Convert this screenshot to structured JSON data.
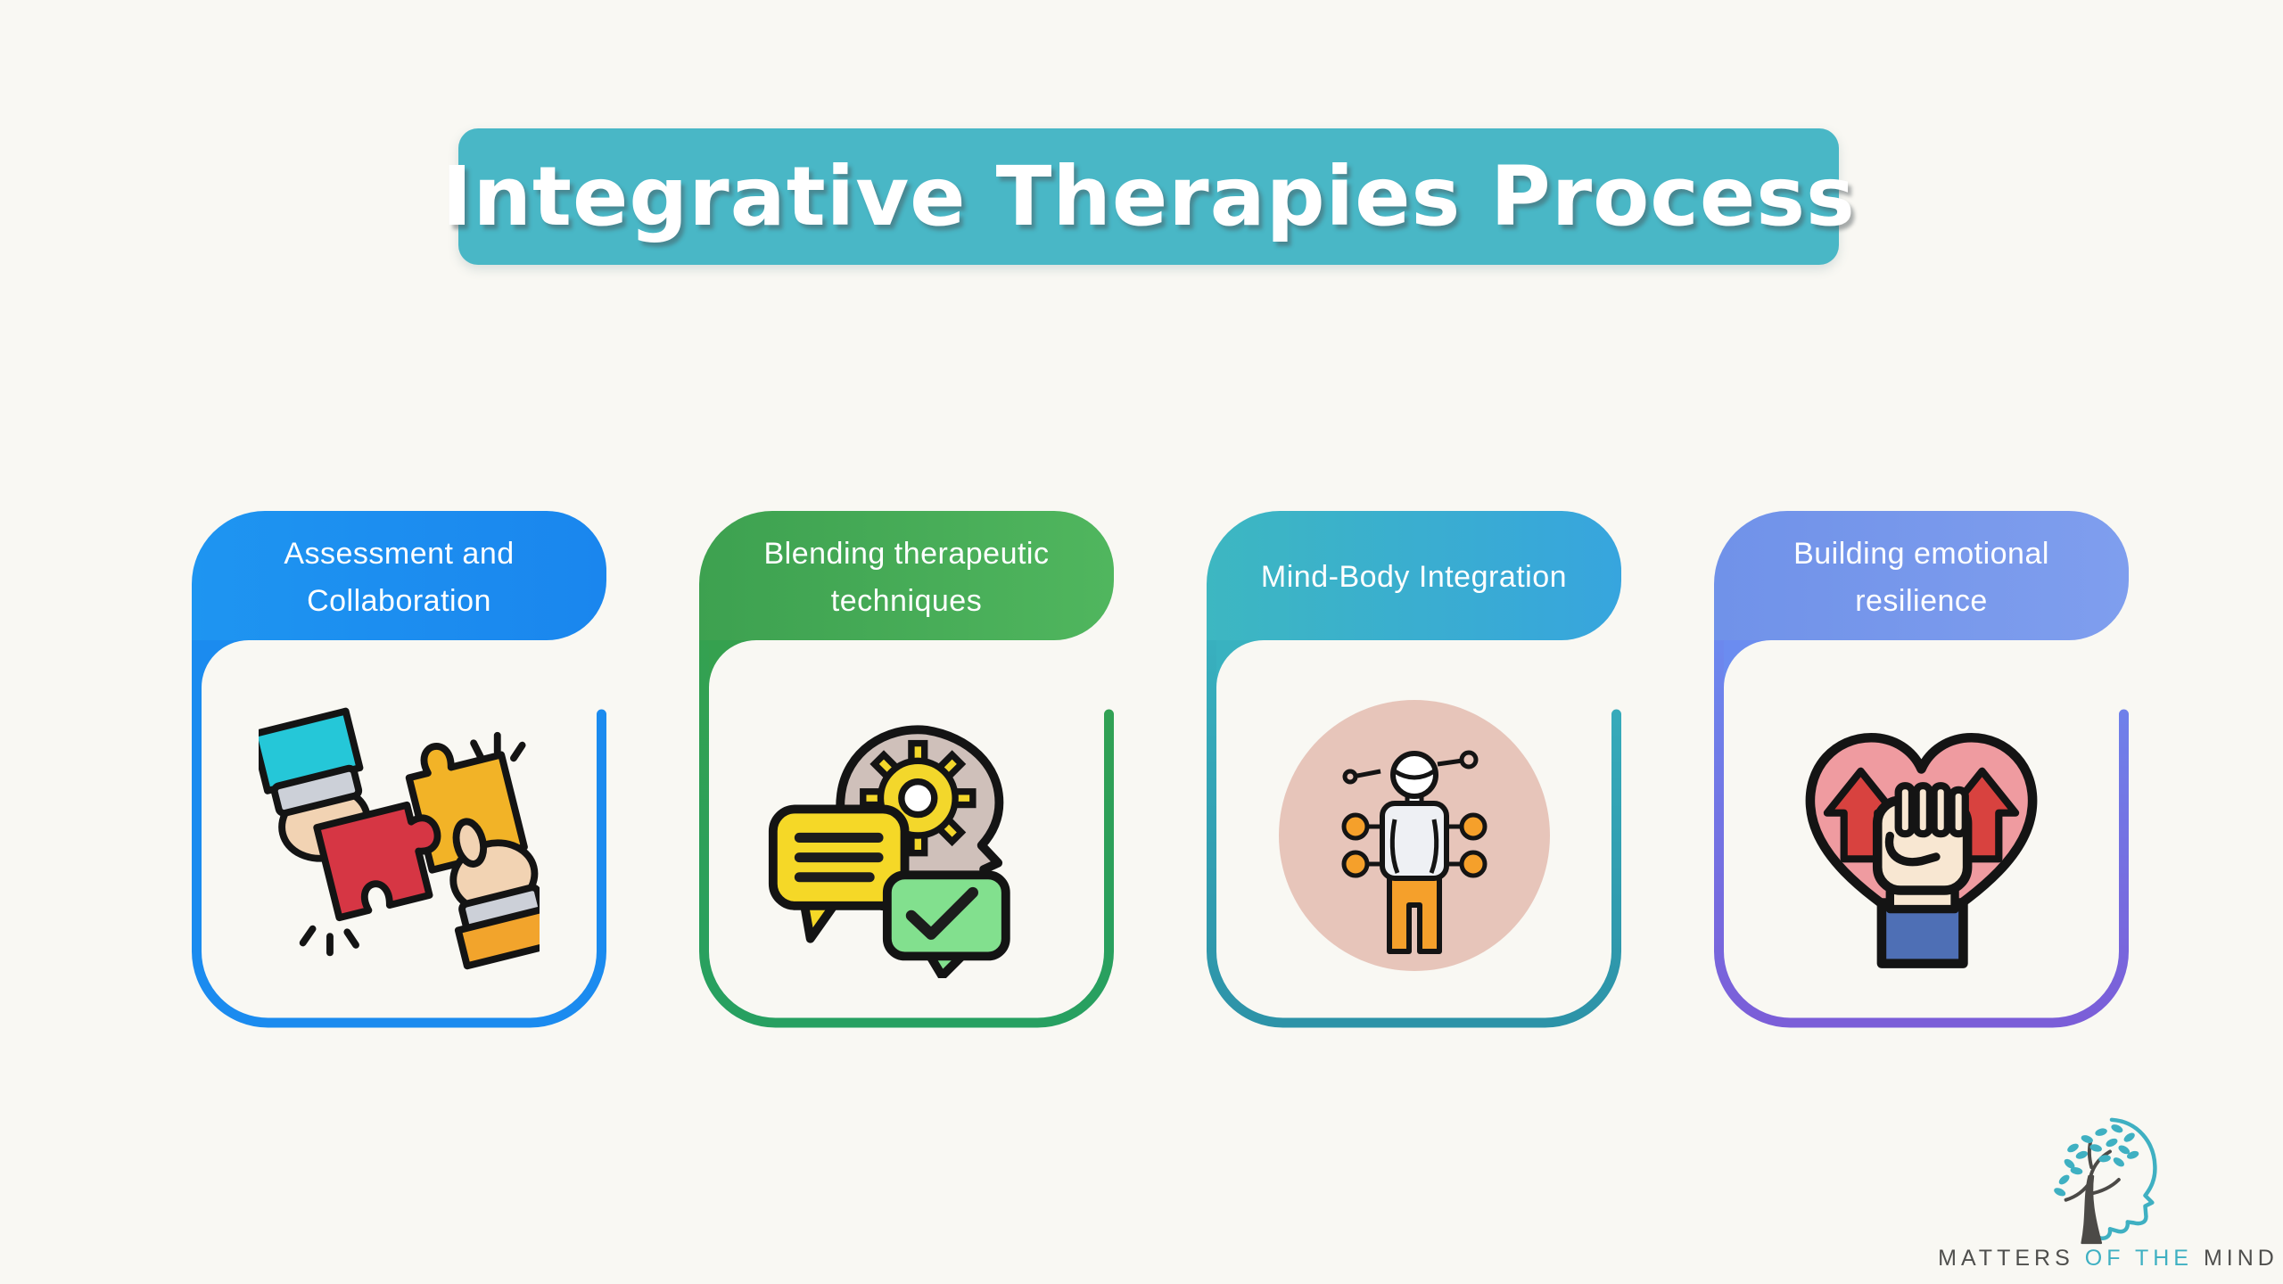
{
  "title": {
    "text": "Integrative Therapies Process",
    "bg": "#49b7c6",
    "text_color": "#ffffff"
  },
  "steps": [
    {
      "label": "Assessment and Collaboration",
      "icon": "puzzle-hands-icon",
      "header_colors": [
        "#1e95f1",
        "#1a86ee"
      ],
      "border_colors": [
        "#1b8bef",
        "#1b8bef"
      ]
    },
    {
      "label": "Blending therapeutic techniques",
      "icon": "head-gear-chat-icon",
      "header_colors": [
        "#3da150",
        "#50b65e"
      ],
      "border_colors": [
        "#35a14f",
        "#27a061"
      ]
    },
    {
      "label": "Mind-Body Integration",
      "icon": "mind-body-figure-icon",
      "header_colors": [
        "#3db7c1",
        "#37a5de"
      ],
      "border_colors": [
        "#39b2c0",
        "#2d93a8"
      ]
    },
    {
      "label": "Building emotional resilience",
      "icon": "heart-fist-arrows-icon",
      "header_colors": [
        "#7092e9",
        "#7f9eee"
      ],
      "border_colors": [
        "#6b8cf0",
        "#7b5ed8"
      ]
    }
  ],
  "logo": {
    "words": [
      {
        "text": "MATTERS",
        "color": "#4f4f4d"
      },
      {
        "text": "OF THE",
        "color": "#3fb0c2"
      },
      {
        "text": "MIND",
        "color": "#4f4f4d"
      }
    ],
    "accent": "#3fb0c2",
    "tree_color": "#4c4a47"
  }
}
